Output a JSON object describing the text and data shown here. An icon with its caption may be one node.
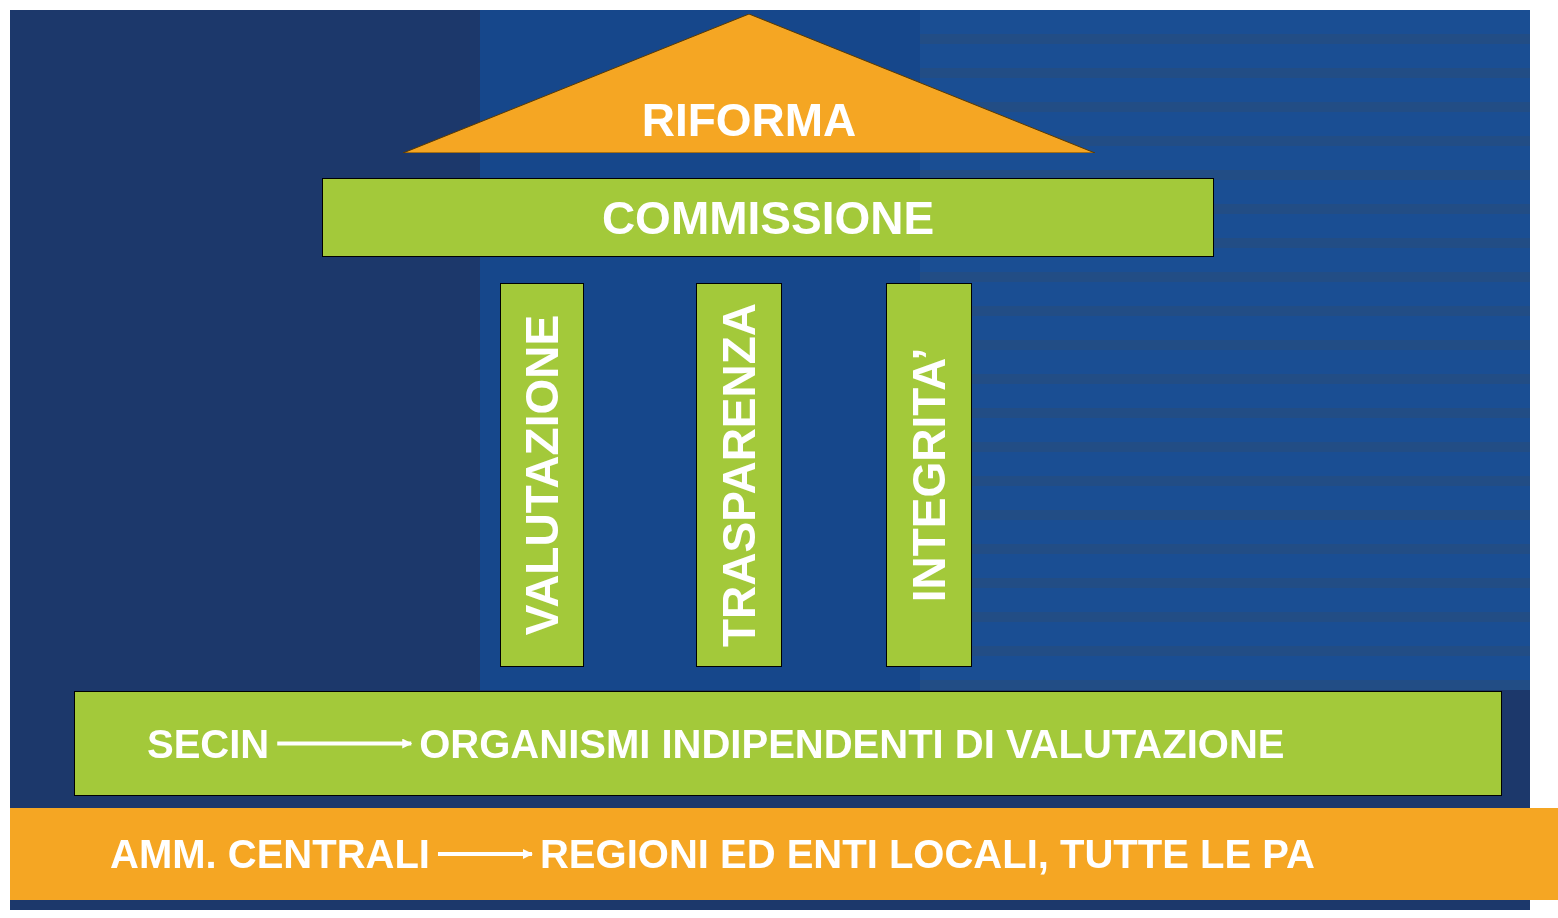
{
  "diagram": {
    "nodes": [
      {
        "text": [
          "RIFORMA"
        ]
      },
      {
        "text": [
          "COMMISSIONE"
        ]
      },
      {
        "text": [
          "VALUTAZIONE"
        ]
      },
      {
        "text": [
          "TRASPARENZA"
        ]
      },
      {
        "text": [
          "INTEGRITA’"
        ]
      },
      {
        "text": [],
        "shape": "bar"
      },
      {
        "text": [
          "SECIN"
        ],
        "in": 5
      },
      {
        "text": [
          "ORGANISMI INDIPENDENTI DI VALUTAZIONE"
        ],
        "in": 5
      },
      {
        "text": [],
        "shape": "bar"
      },
      {
        "text": [
          "AMM. CENTRALI"
        ],
        "in": 8
      },
      {
        "text": [
          "REGIONI ED ENTI LOCALI, TUTTE LE PA"
        ],
        "in": 8
      }
    ],
    "edges": [
      {
        "from": 6,
        "to": 7,
        "arrow": "to"
      },
      {
        "from": 9,
        "to": 10,
        "arrow": "to"
      }
    ]
  }
}
